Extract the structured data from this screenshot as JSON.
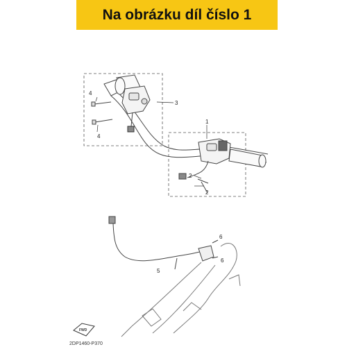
{
  "banner": {
    "text": "Na obrázku díl číslo 1",
    "color": "#f7c614"
  },
  "callouts": {
    "part1": "1",
    "part2_upper": "2",
    "part2_lower": "2",
    "part3": "3",
    "part4_upper": "4",
    "part4_lower": "4",
    "part5": "5",
    "part6_upper": "6",
    "part6_lower": "6"
  },
  "direction_marker": {
    "label": "FWD",
    "icon": "forward-arrow-icon"
  },
  "diagram_code": "2DP1460-P370"
}
